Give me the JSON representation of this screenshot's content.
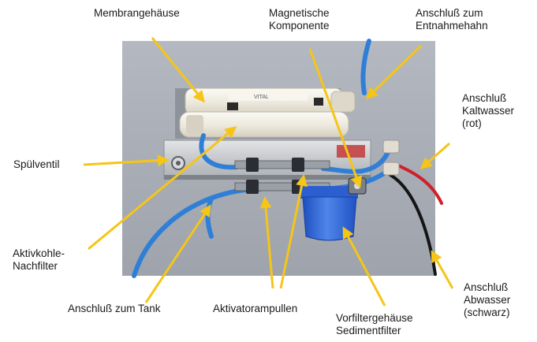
{
  "labels": {
    "membrane_housing": "Membrangehäuse",
    "magnetic_component": "Magnetische\nKomponente",
    "tap_connection": "Anschluß zum\nEntnahmehahn",
    "cold_water_connection": "Anschluß\nKaltwasser\n(rot)",
    "flush_valve": "Spülventil",
    "carbon_postfilter": "Aktivkohle-\nNachfilter",
    "tank_connection": "Anschluß zum Tank",
    "activator_ampoules": "Aktivatorampullen",
    "prefilter_housing": "Vorfiltergehäuse\nSedimentfilter",
    "waste_water_connection": "Anschluß\nAbwasser\n(schwarz)"
  },
  "product_badge": "VITAL",
  "colors": {
    "arrow": "#f5c518",
    "tube_blue": "#2f7fd6",
    "tube_red": "#d0202a",
    "tube_black": "#151515",
    "filter_housing": "#f0ede4",
    "sediment_bowl": "#2e64d8",
    "backdrop": "#a7acb4"
  }
}
